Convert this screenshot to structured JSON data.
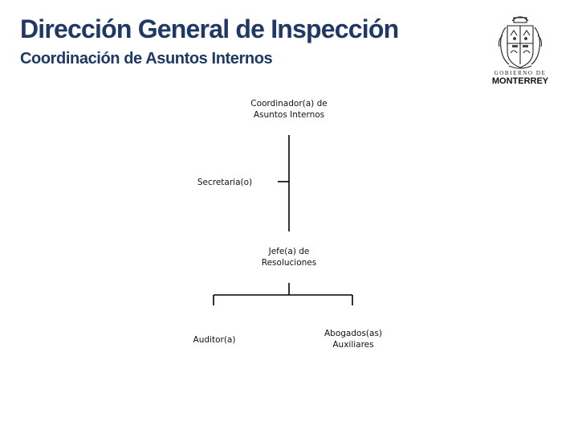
{
  "header": {
    "title": "Dirección General de Inspección",
    "subtitle": "Coordinación de Asuntos Internos",
    "title_color": "#1f3864"
  },
  "logo": {
    "line1": "GOBIERNO DE",
    "line2": "MONTERREY",
    "icon": "coat-of-arms-icon"
  },
  "org_chart": {
    "coordinator": {
      "line1": "Coordinador(a) de",
      "line2": "Asuntos Internos"
    },
    "secretary": {
      "label": "Secretaria(o)"
    },
    "head_resolutions": {
      "line1": "Jefe(a) de",
      "line2": "Resoluciones"
    },
    "auditor": {
      "label": "Auditor(a)"
    },
    "lawyers": {
      "line1": "Abogados(as)",
      "line2": "Auxiliares"
    }
  }
}
